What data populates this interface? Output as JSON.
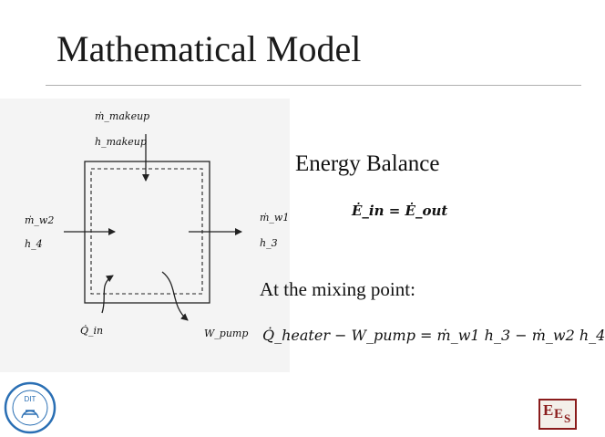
{
  "slide": {
    "title": "Mathematical Model",
    "energy_heading": "Energy Balance",
    "balance_equation": "Ė_in = Ė_out",
    "mixing_label": "At the mixing point:",
    "mixing_equation": "Q̇_heater − W_pump = ṁ_w1 h_3 − ṁ_w2 h_4"
  },
  "diagram": {
    "makeup_flow": "ṁ_makeup",
    "makeup_enthalpy": "h_makeup",
    "inlet_flow": "ṁ_w2",
    "inlet_enthalpy": "h_4",
    "outlet_flow": "ṁ_w1",
    "outlet_enthalpy": "h_3",
    "heat_in": "Q̇_in",
    "pump_work": "W_pump"
  },
  "logos": {
    "left_text": "DIT",
    "right_text_e1": "E",
    "right_text_e2": "E",
    "right_text_s": "S"
  },
  "colors": {
    "logo_left": "#2a6fb4",
    "logo_right": "#8a1c1c"
  }
}
